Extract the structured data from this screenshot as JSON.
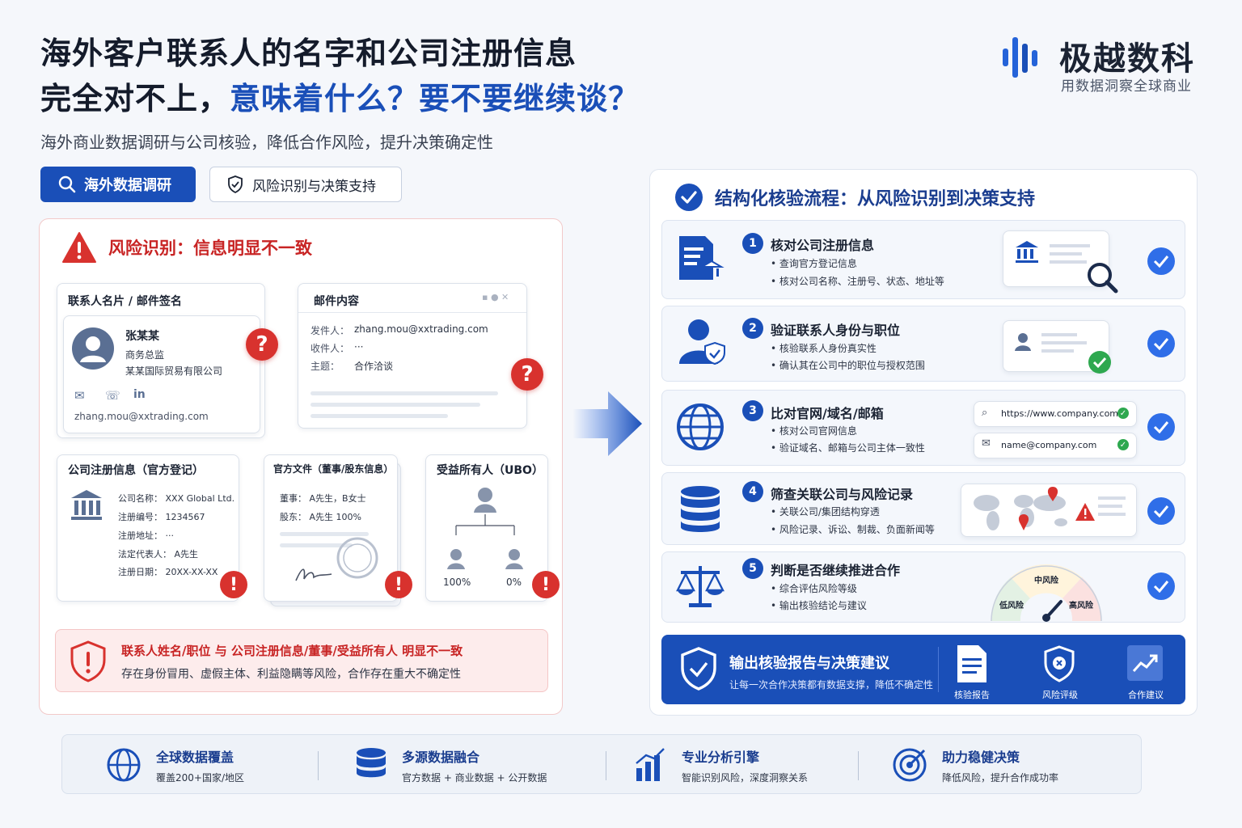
{
  "header": {
    "title_line1": "海外客户联系人的名字和公司注册信息",
    "title_line2_a": "完全对不上，",
    "title_line2_b": "意味着什么？要不要继续谈？",
    "subtitle": "海外商业数据调研与公司核验，降低合作风险，提升决策确定性",
    "btn_primary": "海外数据调研",
    "btn_secondary": "风险识别与决策支持"
  },
  "logo": {
    "name": "极越数科",
    "tagline": "用数据洞察全球商业"
  },
  "risk": {
    "title": "风险识别：信息明显不一致",
    "card_contact": {
      "title": "联系人名片 / 邮件签名",
      "name": "张某某",
      "position": "商务总监",
      "company": "某某国际贸易有限公司",
      "email": "zhang.mou@xxtrading.com"
    },
    "card_email": {
      "title": "邮件内容",
      "from_label": "发件人：",
      "from": "zhang.mou@xxtrading.com",
      "to_label": "收件人：",
      "to": "···",
      "subject_label": "主题：",
      "subject": "合作洽谈"
    },
    "card_reg": {
      "title": "公司注册信息（官方登记）",
      "rows": [
        "公司名称：  XXX Global Ltd.",
        "注册编号：  1234567",
        "注册地址：  ···",
        "法定代表人：  A先生",
        "注册日期：  20XX-XX-XX"
      ]
    },
    "card_docs": {
      "title": "官方文件（董事/股东信息）",
      "director": "董事：  A先生，B女士",
      "shareholder": "股东：  A先生   100%"
    },
    "card_ubo": {
      "title": "受益所有人（UBO）",
      "left_pct": "100%",
      "right_pct": "0%"
    },
    "warn_title": "联系人姓名/职位 与 公司注册信息/董事/受益所有人 明显不一致",
    "warn_desc": "存在身份冒用、虚假主体、利益隐瞒等风险，合作存在重大不确定性"
  },
  "flow": {
    "title": "结构化核验流程：从风险识别到决策支持",
    "steps": [
      {
        "num": "1",
        "title": "核对公司注册信息",
        "b1": "• 查询官方登记信息",
        "b2": "• 核对公司名称、注册号、状态、地址等"
      },
      {
        "num": "2",
        "title": "验证联系人身份与职位",
        "b1": "• 核验联系人身份真实性",
        "b2": "• 确认其在公司中的职位与授权范围"
      },
      {
        "num": "3",
        "title": "比对官网/域名/邮箱",
        "b1": "• 核对公司官网信息",
        "b2": "• 验证域名、邮箱与公司主体一致性"
      },
      {
        "num": "4",
        "title": "筛查关联公司与风险记录",
        "b1": "• 关联公司/集团结构穿透",
        "b2": "• 风险记录、诉讼、制裁、负面新闻等"
      },
      {
        "num": "5",
        "title": "判断是否继续推进合作",
        "b1": "• 综合评估风险等级",
        "b2": "• 输出核验结论与建议"
      }
    ],
    "url": "https://www.company.com",
    "mail": "name@company.com",
    "gauge": {
      "low": "低风险",
      "mid": "中风险",
      "high": "高风险"
    },
    "output": {
      "title": "输出核验报告与决策建议",
      "desc": "让每一次合作决策都有数据支撑，降低不确定性",
      "i1": "核验报告",
      "i2": "风险评级",
      "i3": "合作建议"
    }
  },
  "bottom": [
    {
      "title": "全球数据覆盖",
      "desc": "覆盖200+国家/地区"
    },
    {
      "title": "多源数据融合",
      "desc": "官方数据 + 商业数据 + 公开数据"
    },
    {
      "title": "专业分析引擎",
      "desc": "智能识别风险，深度洞察关系"
    },
    {
      "title": "助力稳健决策",
      "desc": "降低风险，提升合作成功率"
    }
  ]
}
